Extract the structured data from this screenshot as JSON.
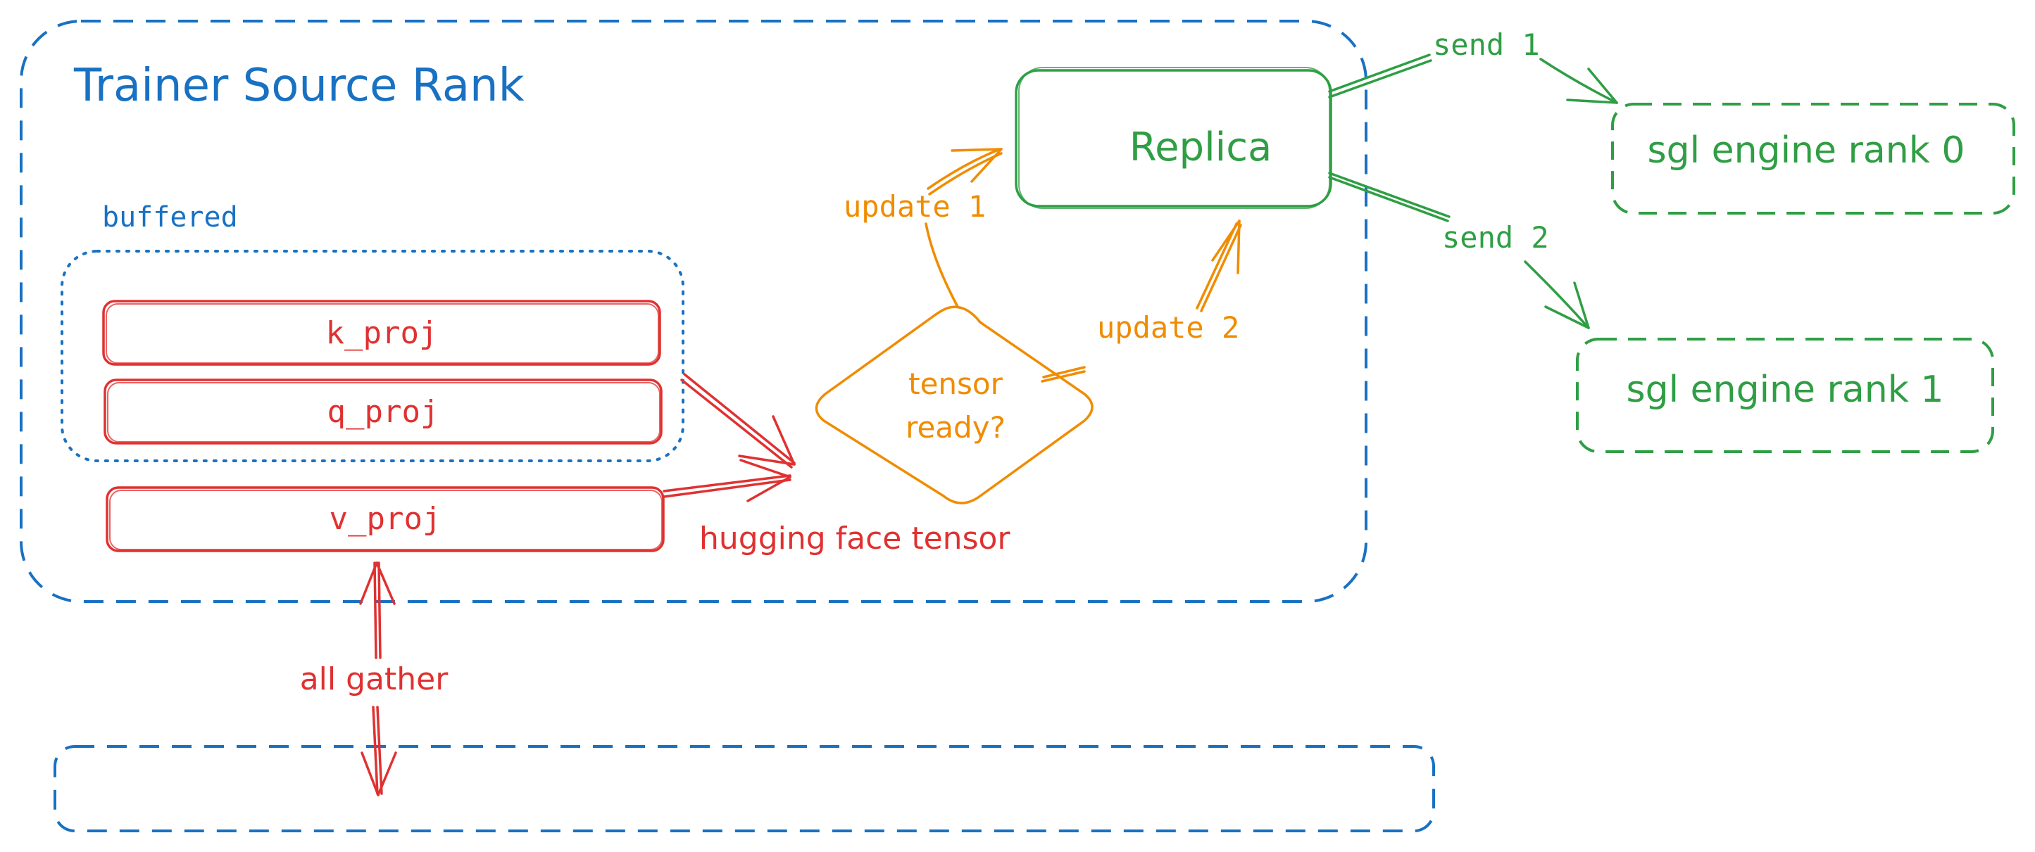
{
  "diagram": {
    "title": "Trainer Source Rank",
    "buffered_label": "buffered",
    "tensors": {
      "k_proj": "k_proj",
      "q_proj": "q_proj",
      "v_proj": "v_proj"
    },
    "hf_tensor_label": "hugging face tensor",
    "decision": {
      "line1": "tensor",
      "line2": "ready?"
    },
    "update_1": "update 1",
    "update_2": "update 2",
    "replica": "Replica",
    "send_1": "send 1",
    "send_2": "send 2",
    "engine_rank_0": "sgl engine rank 0",
    "engine_rank_1": "sgl engine rank 1",
    "all_gather": "all gather"
  },
  "colors": {
    "blue": "#1971c2",
    "red": "#e03131",
    "orange": "#f08c00",
    "green": "#2f9e44"
  }
}
